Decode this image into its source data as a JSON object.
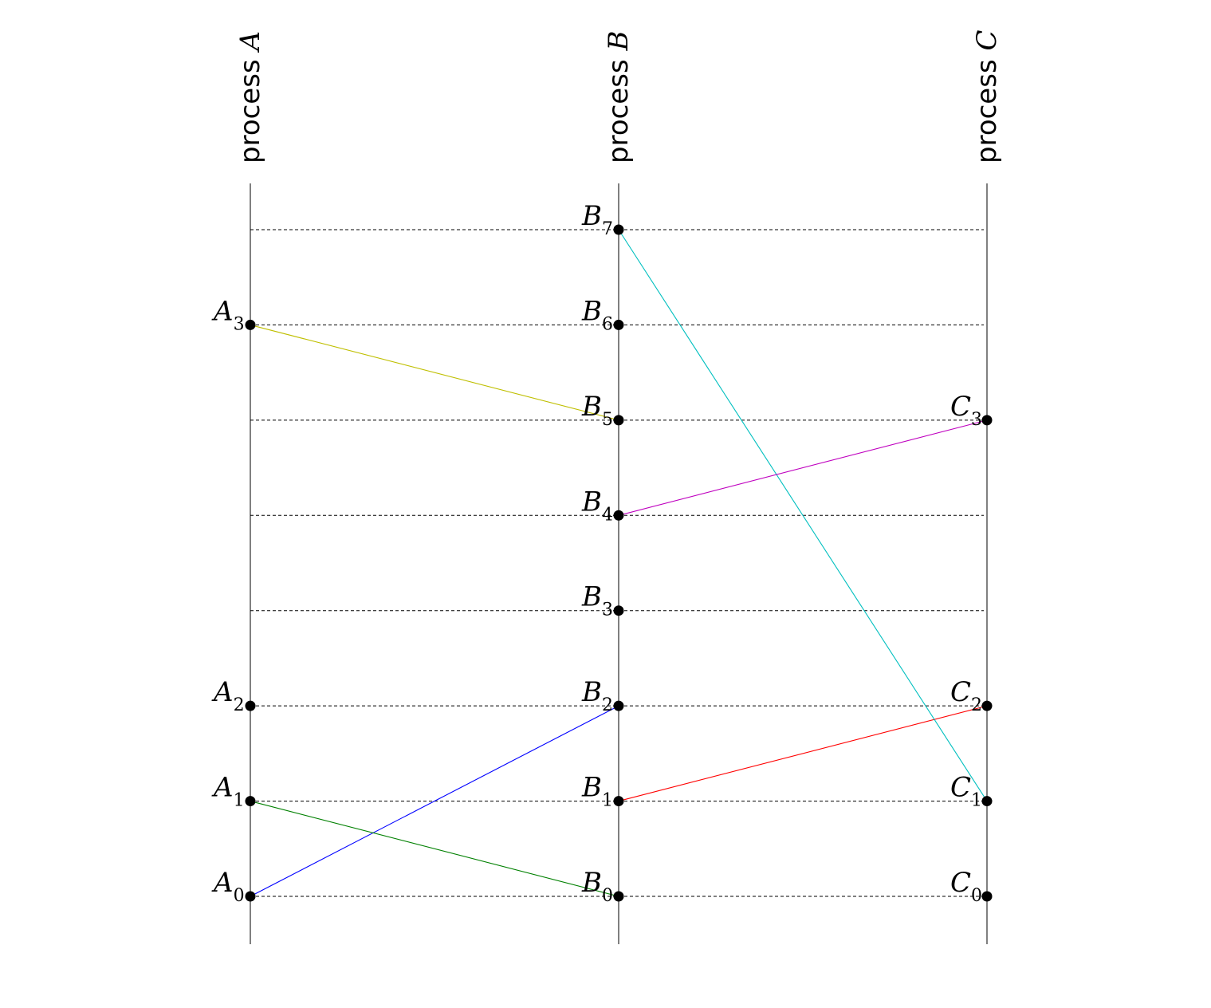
{
  "processes": [
    {
      "id": "A",
      "label": "process",
      "var": "A"
    },
    {
      "id": "B",
      "label": "process",
      "var": "B"
    },
    {
      "id": "C",
      "label": "process",
      "var": "C"
    }
  ],
  "events": [
    {
      "process": "A",
      "base": "A",
      "sub": "0",
      "time": 0
    },
    {
      "process": "A",
      "base": "A",
      "sub": "1",
      "time": 1
    },
    {
      "process": "A",
      "base": "A",
      "sub": "2",
      "time": 2
    },
    {
      "process": "A",
      "base": "A",
      "sub": "3",
      "time": 6
    },
    {
      "process": "B",
      "base": "B",
      "sub": "0",
      "time": 0
    },
    {
      "process": "B",
      "base": "B",
      "sub": "1",
      "time": 1
    },
    {
      "process": "B",
      "base": "B",
      "sub": "2",
      "time": 2
    },
    {
      "process": "B",
      "base": "B",
      "sub": "3",
      "time": 3
    },
    {
      "process": "B",
      "base": "B",
      "sub": "4",
      "time": 4
    },
    {
      "process": "B",
      "base": "B",
      "sub": "5",
      "time": 5
    },
    {
      "process": "B",
      "base": "B",
      "sub": "6",
      "time": 6
    },
    {
      "process": "B",
      "base": "B",
      "sub": "7",
      "time": 7
    },
    {
      "process": "C",
      "base": "C",
      "sub": "0",
      "time": 0
    },
    {
      "process": "C",
      "base": "C",
      "sub": "1",
      "time": 1
    },
    {
      "process": "C",
      "base": "C",
      "sub": "2",
      "time": 2
    },
    {
      "process": "C",
      "base": "C",
      "sub": "3",
      "time": 5
    }
  ],
  "messages": [
    {
      "from": "A0",
      "to": "B2",
      "color": "#0000ff"
    },
    {
      "from": "A1",
      "to": "B0",
      "color": "#008000"
    },
    {
      "from": "B1",
      "to": "C2",
      "color": "#ff0000"
    },
    {
      "from": "C1",
      "to": "B7",
      "color": "#00bfbf"
    },
    {
      "from": "B4",
      "to": "C3",
      "color": "#bf00bf"
    },
    {
      "from": "A3",
      "to": "B5",
      "color": "#bfbf00"
    }
  ],
  "time_levels": [
    0,
    1,
    2,
    3,
    4,
    5,
    6,
    7
  ]
}
